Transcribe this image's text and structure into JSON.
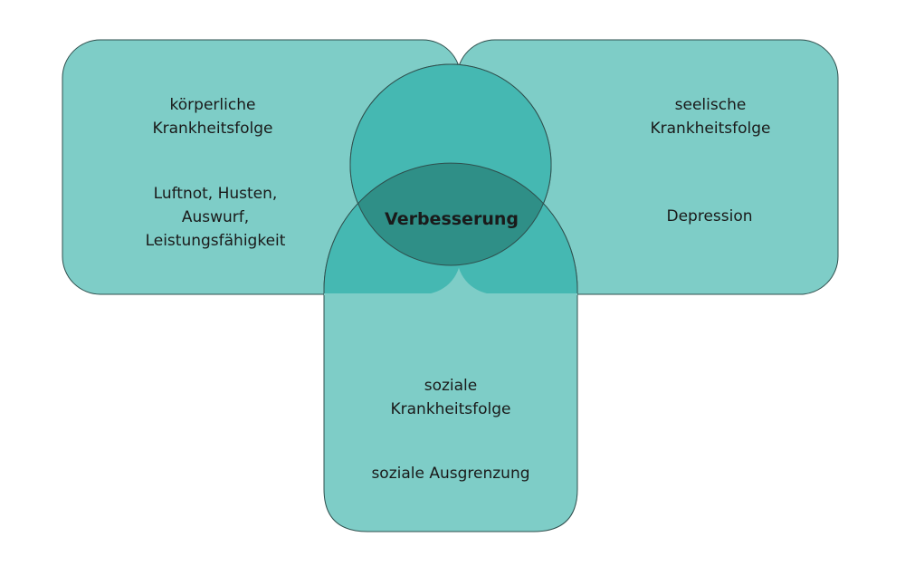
{
  "diagram": {
    "center": {
      "label": "Verbesserung"
    },
    "physical": {
      "title_line1": "körperliche",
      "title_line2": "Krankheitsfolge",
      "detail_line1": "Luftnot, Husten,",
      "detail_line2": "Auswurf,",
      "detail_line3": "Leistungsfähigkeit"
    },
    "mental": {
      "title_line1": "seelische",
      "title_line2": "Krankheitsfolge",
      "detail": "Depression"
    },
    "social": {
      "title_line1": "soziale",
      "title_line2": "Krankheitsfolge",
      "detail": "soziale Ausgrenzung"
    }
  },
  "colors": {
    "box_fill": "#7ecdc7",
    "overlap_fill": "#45b8b2",
    "center_fill": "#2f8f87",
    "stroke": "#2f4f4d",
    "text": "#1a1a1a"
  }
}
